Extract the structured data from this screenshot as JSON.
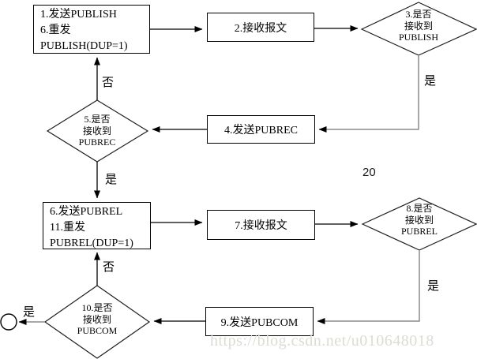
{
  "page_number": "20",
  "watermark": "https://blog.csdn.net/u010648018",
  "colors": {
    "background": "#ffffff",
    "node_border": "#000000",
    "arrow_line": "#000000",
    "elbow_connector": "#8c8c8c",
    "watermark_text": "#dedbd3"
  },
  "nodes": {
    "send_publish": {
      "lines": [
        "1.发送PUBLISH",
        "6.重发",
        "PUBLISH(DUP=1)"
      ]
    },
    "receive_packet_1": {
      "label": "2.接收报文"
    },
    "check_publish": {
      "lines": [
        "3.是否",
        "接收到",
        "PUBLISH"
      ]
    },
    "send_pubrec": {
      "label": "4.发送PUBREC"
    },
    "check_pubrec": {
      "lines": [
        "5.是否",
        "接收到",
        "PUBREC"
      ]
    },
    "send_pubrel": {
      "lines": [
        "6.发送PUBREL",
        "11.重发",
        "PUBREL(DUP=1)"
      ]
    },
    "receive_packet_2": {
      "label": "7.接收报文"
    },
    "check_pubrel": {
      "lines": [
        "8.是否",
        "接收到",
        "PUBREL"
      ]
    },
    "send_pubcom": {
      "label": "9.发送PUBCOM"
    },
    "check_pubcom": {
      "lines": [
        "10.是否",
        "接收到",
        "PUBCOM"
      ]
    }
  },
  "edge_labels": {
    "no_pubrec_resend_publish": "否",
    "yes_publish_received": "是",
    "yes_pubrec_received": "是",
    "no_pubcom_resend_pubrel": "否",
    "yes_pubrel_received": "是",
    "yes_pubcom_received": "是"
  }
}
